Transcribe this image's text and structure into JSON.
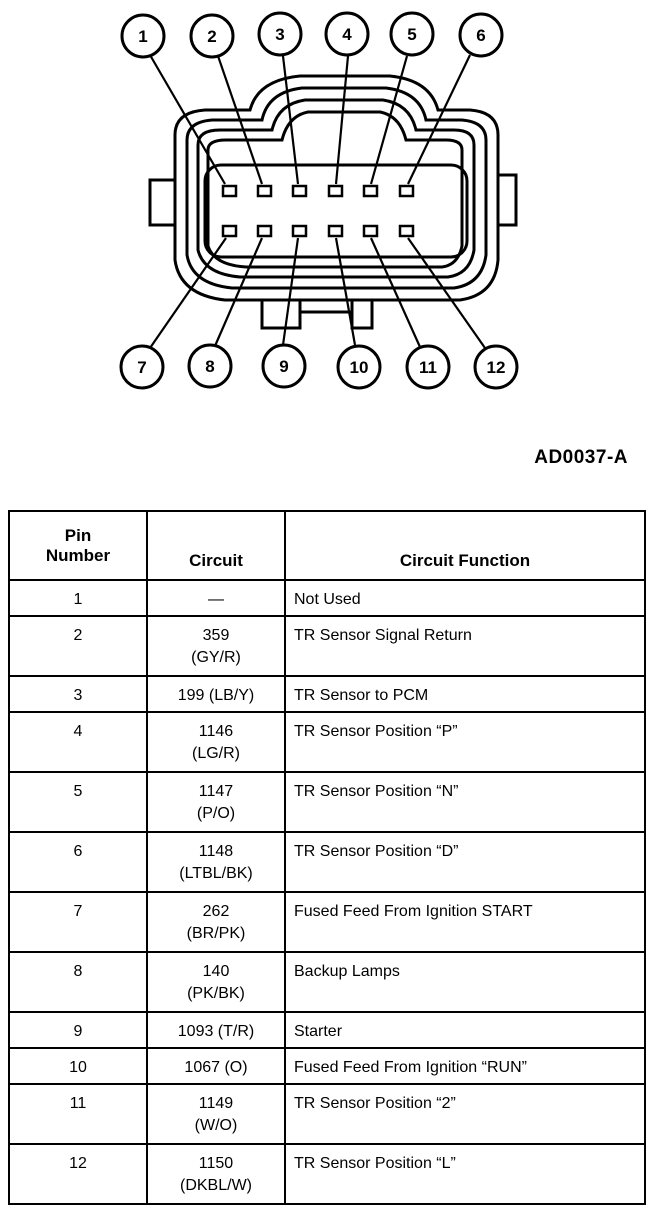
{
  "diagram": {
    "callouts": [
      "1",
      "2",
      "3",
      "4",
      "5",
      "6",
      "7",
      "8",
      "9",
      "10",
      "11",
      "12"
    ]
  },
  "figure_id": "AD0037-A",
  "table": {
    "headers": {
      "pin": [
        "Pin",
        "Number"
      ],
      "circuit": "Circuit",
      "function": "Circuit Function"
    },
    "rows": [
      {
        "pin": "1",
        "circuit": [
          "—"
        ],
        "function": "Not Used"
      },
      {
        "pin": "2",
        "circuit": [
          "359",
          "(GY/R)"
        ],
        "function": "TR Sensor Signal Return"
      },
      {
        "pin": "3",
        "circuit": [
          "199 (LB/Y)"
        ],
        "function": "TR Sensor to PCM"
      },
      {
        "pin": "4",
        "circuit": [
          "1146",
          "(LG/R)"
        ],
        "function": "TR Sensor Position “P”"
      },
      {
        "pin": "5",
        "circuit": [
          "1147",
          "(P/O)"
        ],
        "function": "TR Sensor Position “N”"
      },
      {
        "pin": "6",
        "circuit": [
          "1148",
          "(LTBL/BK)"
        ],
        "function": "TR Sensor Position “D”"
      },
      {
        "pin": "7",
        "circuit": [
          "262",
          "(BR/PK)"
        ],
        "function": "Fused Feed From Ignition START"
      },
      {
        "pin": "8",
        "circuit": [
          "140",
          "(PK/BK)"
        ],
        "function": "Backup Lamps"
      },
      {
        "pin": "9",
        "circuit": [
          "1093 (T/R)"
        ],
        "function": "Starter"
      },
      {
        "pin": "10",
        "circuit": [
          "1067 (O)"
        ],
        "function": "Fused Feed From Ignition “RUN”"
      },
      {
        "pin": "11",
        "circuit": [
          "1149",
          "(W/O)"
        ],
        "function": "TR Sensor Position “2”"
      },
      {
        "pin": "12",
        "circuit": [
          "1150",
          "(DKBL/W)"
        ],
        "function": "TR Sensor Position “L”"
      }
    ]
  }
}
